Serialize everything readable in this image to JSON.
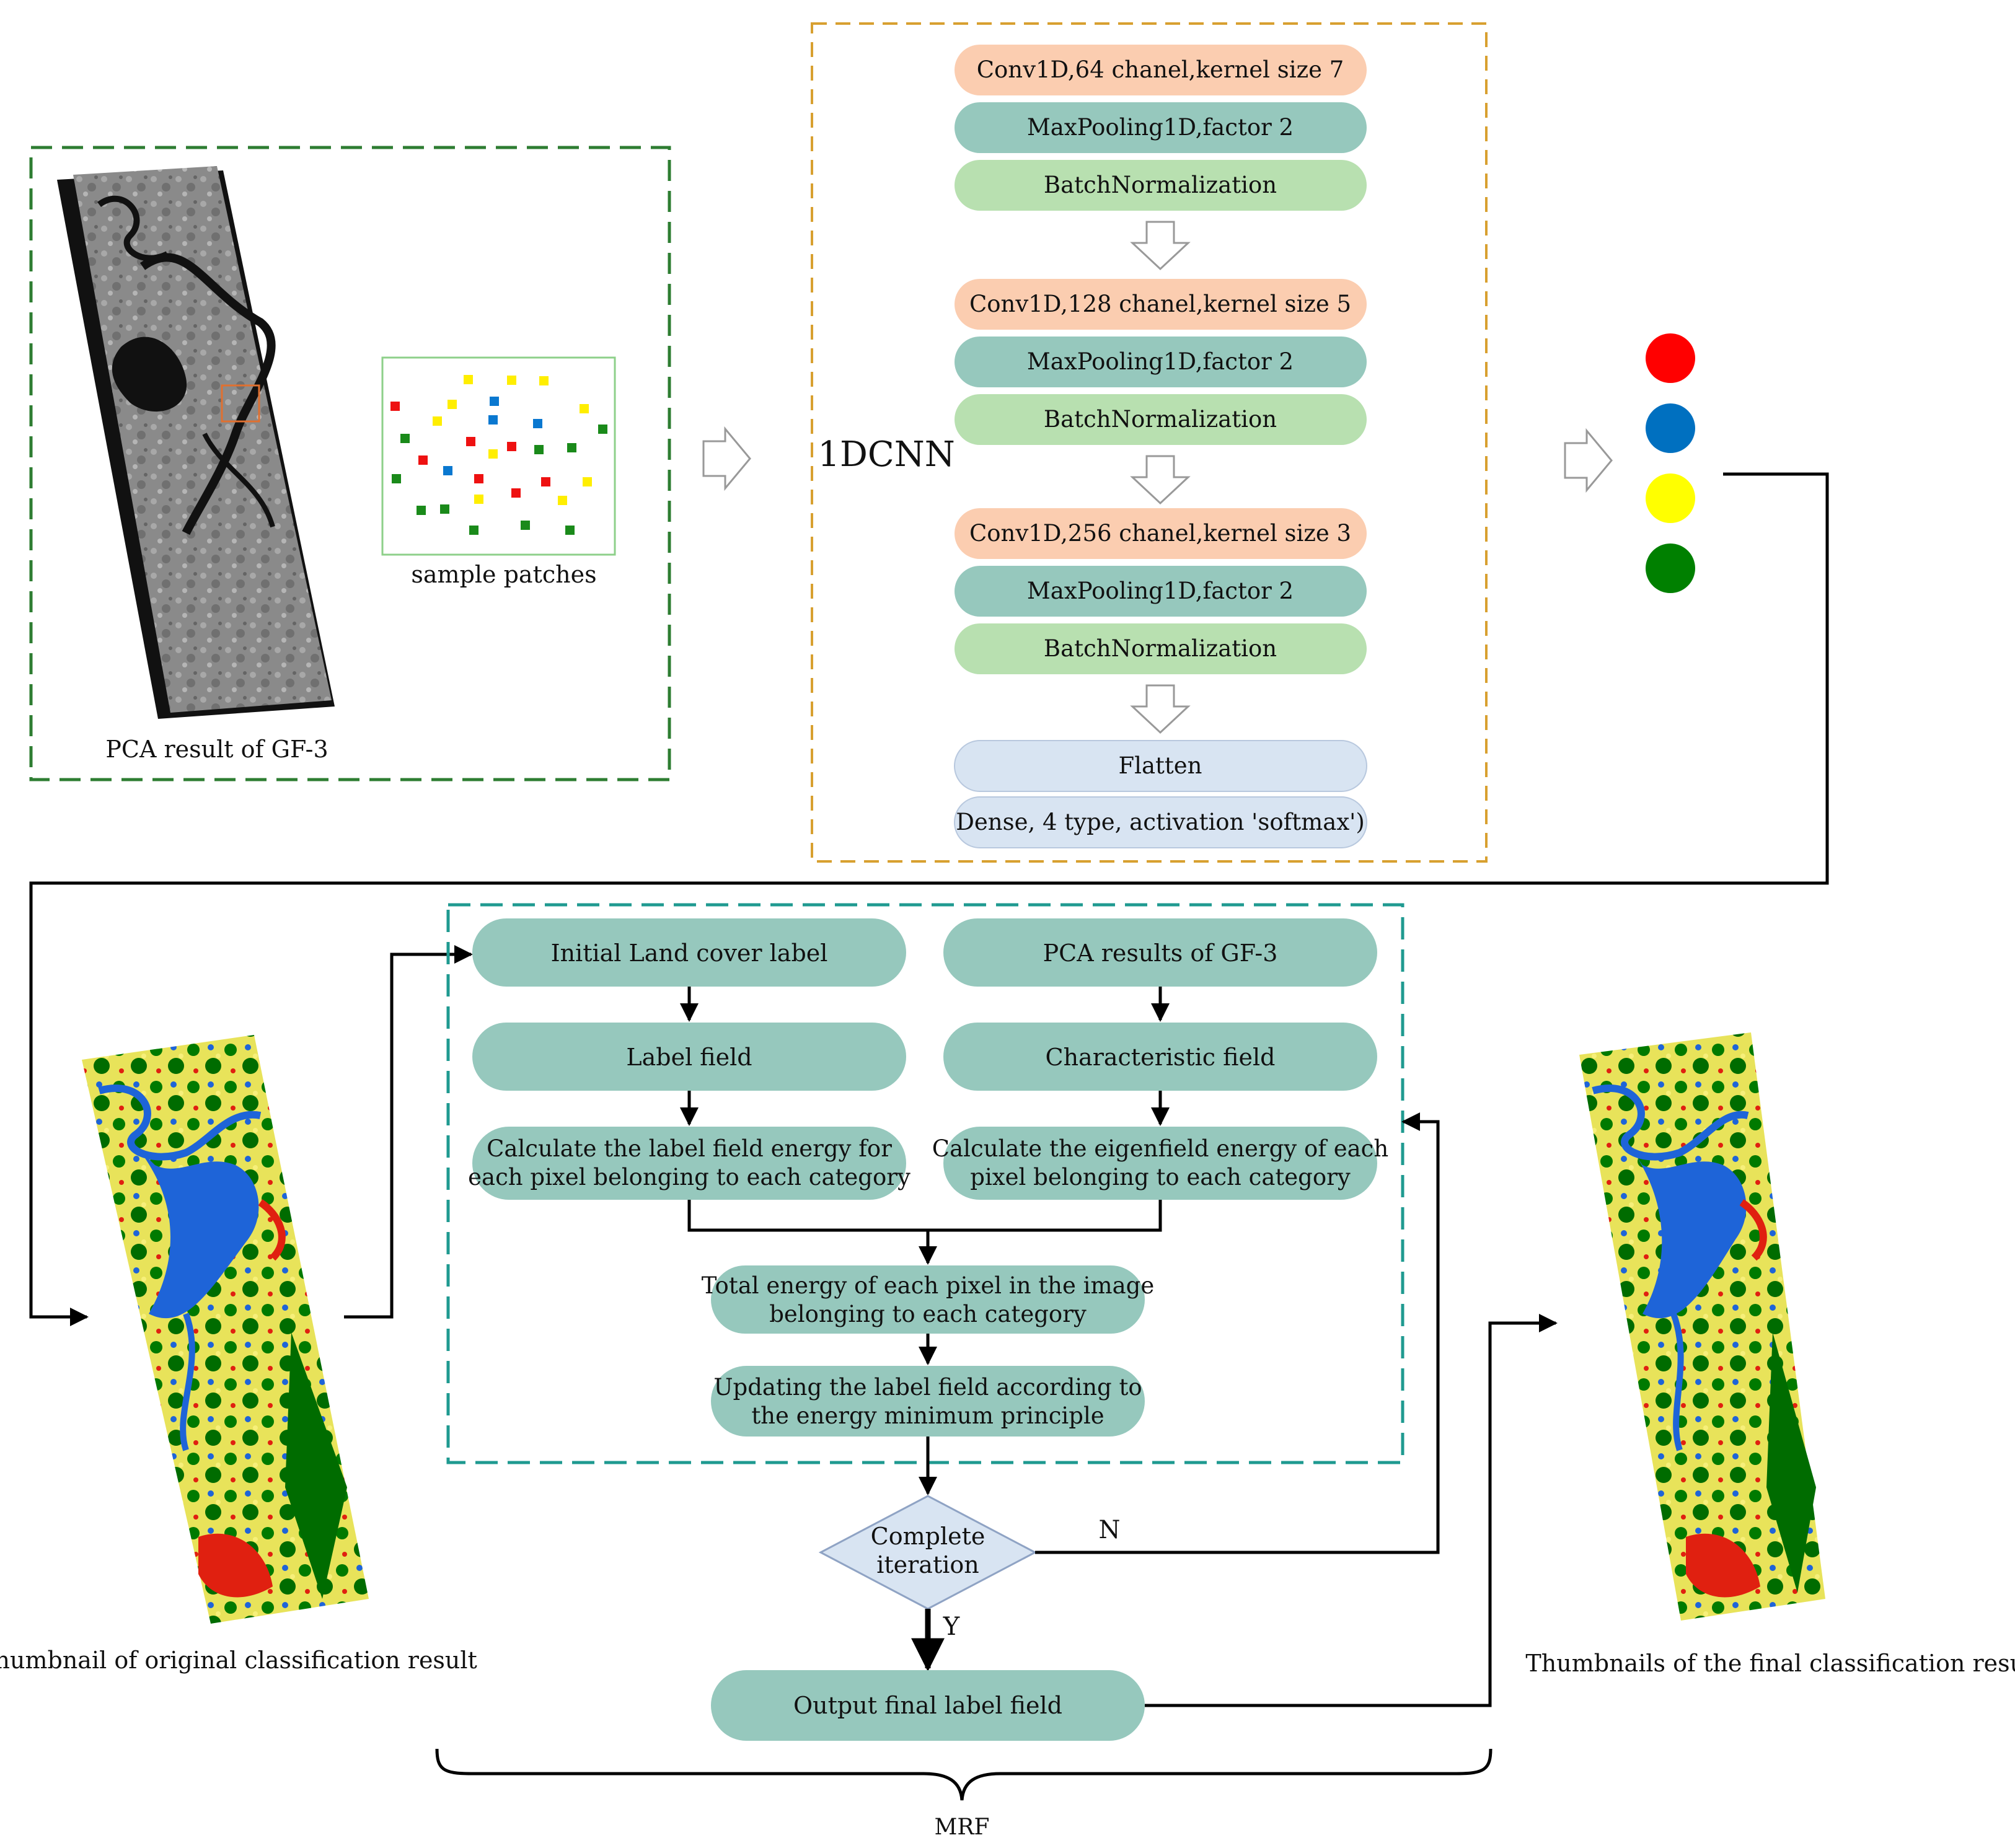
{
  "cnn": {
    "title": "1DCNN",
    "layers": [
      {
        "label": "Conv1D,64 chanel,kernel size 7",
        "kind": "conv"
      },
      {
        "label": "MaxPooling1D,factor 2",
        "kind": "pool"
      },
      {
        "label": "BatchNormalization",
        "kind": "bn"
      },
      {
        "label": "Conv1D,128 chanel,kernel size 5",
        "kind": "conv"
      },
      {
        "label": "MaxPooling1D,factor 2",
        "kind": "pool"
      },
      {
        "label": "BatchNormalization",
        "kind": "bn"
      },
      {
        "label": "Conv1D,256 chanel,kernel size 3",
        "kind": "conv"
      },
      {
        "label": "MaxPooling1D,factor 2",
        "kind": "pool"
      },
      {
        "label": "BatchNormalization",
        "kind": "bn"
      },
      {
        "label": "Flatten",
        "kind": "dense"
      },
      {
        "label": "Dense, 4 type, activation 'softmax')",
        "kind": "dense"
      }
    ]
  },
  "input": {
    "pca_caption": "PCA result of GF-3",
    "sample_caption": "sample patches"
  },
  "output_classes": [
    "#ff0000",
    "#0070c0",
    "#ffff00",
    "#008000"
  ],
  "mrf": {
    "label": "MRF",
    "initial_label": "Initial Land cover label",
    "pca_results": "PCA results of GF-3",
    "label_field": "Label field",
    "characteristic_field": "Characteristic field",
    "calc_label_energy": [
      "Calculate the label field energy for",
      "each pixel belonging to each category"
    ],
    "calc_eigen_energy": [
      "Calculate the eigenfield energy of each",
      "pixel belonging to each category"
    ],
    "total_energy": [
      "Total energy of each pixel in the image",
      "belonging to each category"
    ],
    "update_label": [
      "Updating the label field according to",
      "the energy minimum principle"
    ],
    "decision": [
      "Complete",
      "iteration"
    ],
    "no_label": "N",
    "yes_label": "Y",
    "output": "Output final label field"
  },
  "thumbnails": {
    "original_caption": "Thumbnail of original classification result",
    "final_caption": "Thumbnails of the final classification result"
  },
  "colors": {
    "conv": "#fbcdb0",
    "pool": "#96c8bd",
    "bn": "#b8e0b0",
    "dense": "#d8e4f2",
    "mrf_box": "#96c8bd",
    "decision": "#d8e4f2",
    "green_dash": "#2e7d32",
    "orange_dash": "#d8a030",
    "teal_dash": "#1f9a90"
  }
}
